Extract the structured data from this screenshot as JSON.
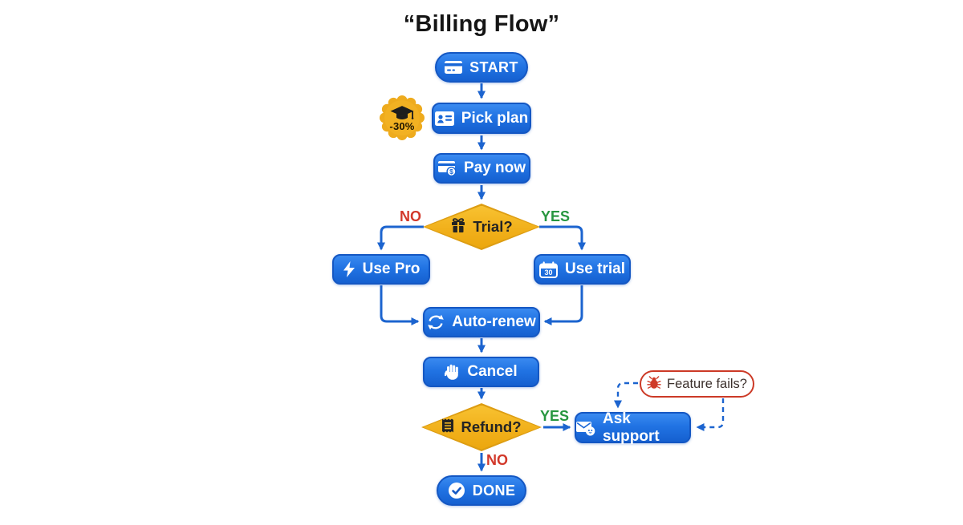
{
  "title": "“Billing Flow”",
  "colors": {
    "node_blue": "#2173e3",
    "node_blue_dark": "#1560d0",
    "arrow_blue": "#1c64cf",
    "diamond_yellow": "#f2b422",
    "badge_gold": "#f2b122",
    "yes_green": "#27963f",
    "no_red": "#d2382a",
    "fail_red": "#cc3a27"
  },
  "nodes": {
    "start": {
      "label": "START",
      "icon": "credit-card-icon"
    },
    "pick_plan": {
      "label": "Pick plan",
      "icon": "id-card-icon"
    },
    "pay_now": {
      "label": "Pay now",
      "icon": "card-dollar-icon",
      "icon_text": "$"
    },
    "trial": {
      "label": "Trial?",
      "icon": "gift-icon"
    },
    "use_pro": {
      "label": "Use Pro",
      "icon": "lightning-icon"
    },
    "use_trial": {
      "label": "Use trial",
      "icon": "calendar-icon",
      "icon_text": "30"
    },
    "auto_renew": {
      "label": "Auto-renew",
      "icon": "refresh-icon"
    },
    "cancel": {
      "label": "Cancel",
      "icon": "hand-icon"
    },
    "refund": {
      "label": "Refund?",
      "icon": "receipt-icon"
    },
    "ask_support": {
      "label": "Ask support",
      "icon": "mail-chat-icon"
    },
    "feature_fails": {
      "label": "Feature fails?",
      "icon": "bug-icon"
    },
    "done": {
      "label": "DONE",
      "icon": "check-circle-icon"
    },
    "discount_badge": {
      "label": "-30%",
      "icon": "graduation-cap-icon"
    }
  },
  "edges": {
    "trial_no": "NO",
    "trial_yes": "YES",
    "refund_yes": "YES",
    "refund_no": "NO"
  }
}
